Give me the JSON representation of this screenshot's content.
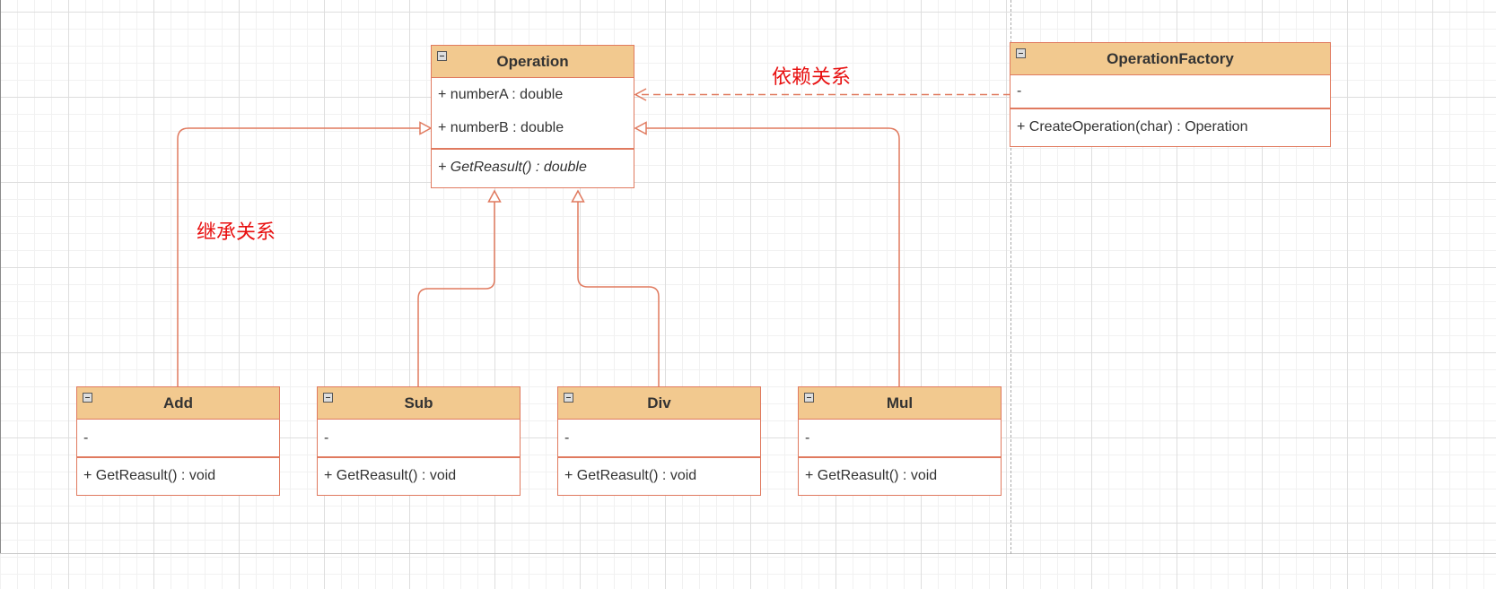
{
  "diagram": {
    "classes": {
      "operation": {
        "name": "Operation",
        "attributes": [
          "+ numberA : double",
          "+ numberB : double"
        ],
        "methods": [
          "+ GetReasult() : double"
        ]
      },
      "factory": {
        "name": "OperationFactory",
        "attributes": [
          "-"
        ],
        "methods": [
          "+ CreateOperation(char) :  Operation"
        ]
      },
      "add": {
        "name": "Add",
        "attributes": [
          "-"
        ],
        "methods": [
          "+ GetReasult() : void"
        ]
      },
      "sub": {
        "name": "Sub",
        "attributes": [
          "-"
        ],
        "methods": [
          "+ GetReasult() : void"
        ]
      },
      "div": {
        "name": "Div",
        "attributes": [
          "-"
        ],
        "methods": [
          "+ GetReasult() : void"
        ]
      },
      "mul": {
        "name": "Mul",
        "attributes": [
          "-"
        ],
        "methods": [
          "+ GetReasult() : void"
        ]
      }
    },
    "labels": {
      "dependency": "依赖关系",
      "inheritance": "继承关系"
    },
    "colors": {
      "edge": "#e07a5f",
      "header_fill": "#f2c98f",
      "label_text": "#e81010"
    },
    "relations": [
      {
        "from": "factory",
        "to": "operation",
        "type": "dependency"
      },
      {
        "from": "add",
        "to": "operation",
        "type": "inheritance"
      },
      {
        "from": "sub",
        "to": "operation",
        "type": "inheritance"
      },
      {
        "from": "div",
        "to": "operation",
        "type": "inheritance"
      },
      {
        "from": "mul",
        "to": "operation",
        "type": "inheritance"
      }
    ]
  }
}
